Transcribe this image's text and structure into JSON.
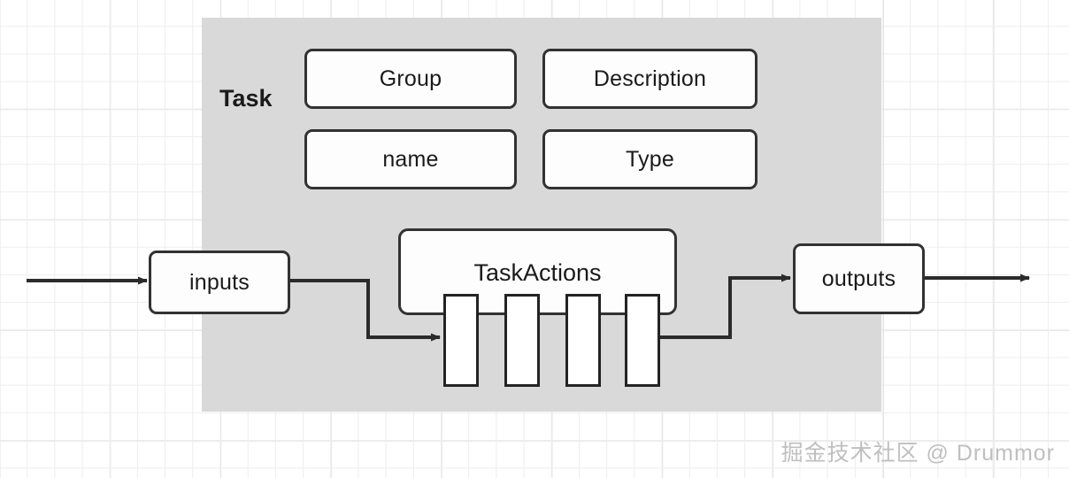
{
  "diagram": {
    "title_label": "Task",
    "container_name": "Task",
    "watermark": "掘金技术社区 @ Drummor",
    "colors": {
      "panel_background": "#d9d9d9",
      "canvas_background": "#ffffff",
      "grid_minor": "#ededed",
      "grid_major": "#e3e3e3",
      "node_border": "#323232",
      "node_fill": "#fdfdfd",
      "bar_border": "#232323",
      "bar_fill": "#ffffff",
      "text": "#1a1a1a",
      "watermark": "#bfbfbf"
    },
    "attributes": [
      {
        "label": "Group"
      },
      {
        "label": "Description"
      },
      {
        "label": "name"
      },
      {
        "label": "Type"
      }
    ],
    "nodes": {
      "inputs": {
        "label": "inputs"
      },
      "outputs": {
        "label": "outputs"
      },
      "task_actions": {
        "label": "TaskActions"
      }
    },
    "action_bars": [
      {
        "label": ""
      },
      {
        "label": ""
      },
      {
        "label": ""
      },
      {
        "label": ""
      }
    ],
    "flow": {
      "entry_arrow": "incoming-flow",
      "inputs_to_actions": "inputs-to-taskactions",
      "actions_to_outputs": "taskactions-to-outputs",
      "exit_arrow": "outgoing-flow"
    }
  }
}
